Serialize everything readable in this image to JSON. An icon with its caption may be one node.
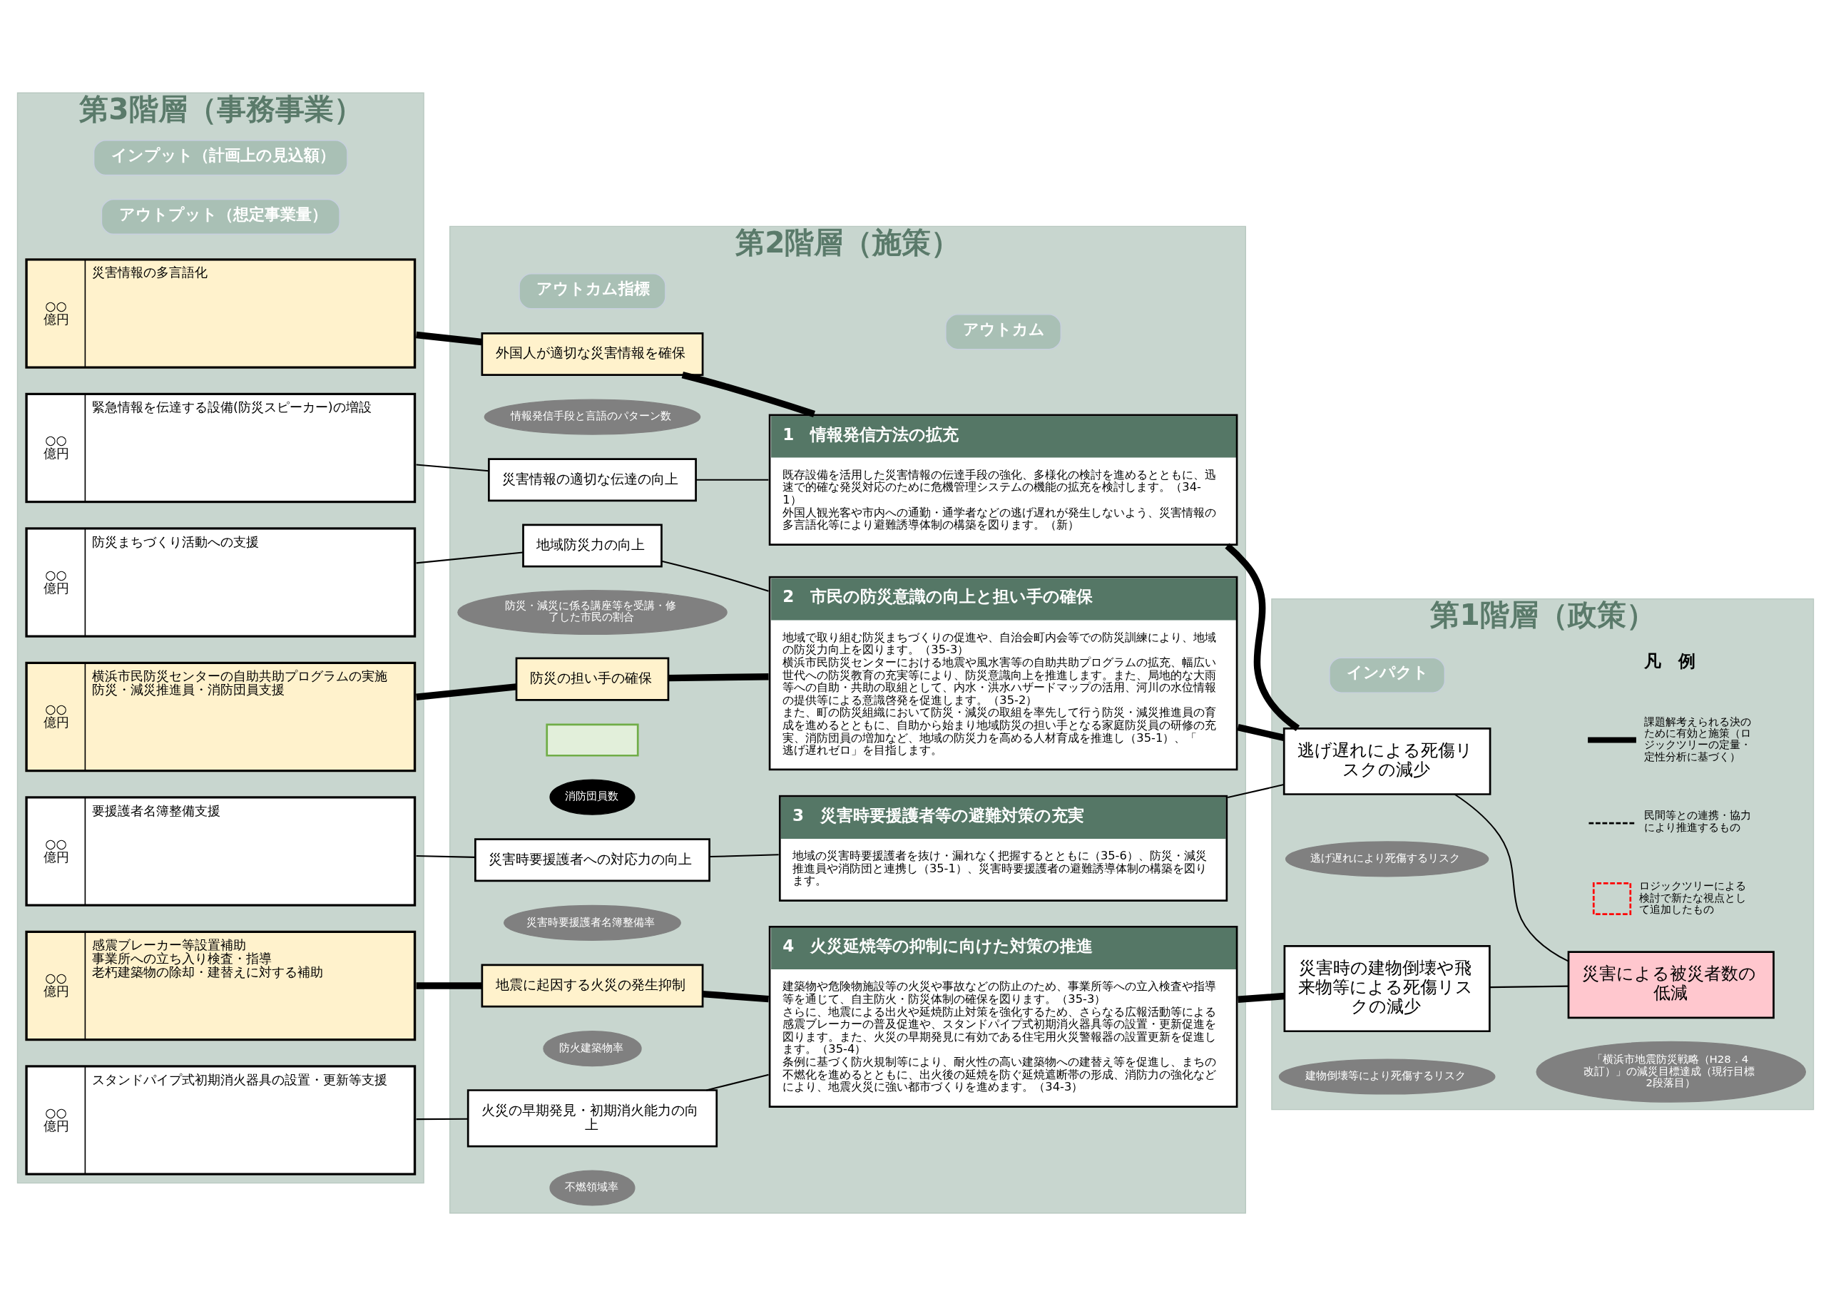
{
  "diagram": {
    "nodes": [
      {
        "text": [
          "第3階層（事務事業）"
        ]
      },
      {
        "text": [
          "インプット（計画上の見込額）"
        ],
        "in": 0
      },
      {
        "text": [
          "アウトプット（想定事業量）"
        ],
        "in": 0
      },
      {
        "text": [
          "○○億円",
          "災害情報の多言語化"
        ],
        "in": 0
      },
      {
        "text": [
          "○○億円",
          "緊急情報を伝達する設備(防災スピーカー)の増設"
        ],
        "in": 0
      },
      {
        "text": [
          "○○億円",
          "防災まちづくり活動への支援"
        ],
        "in": 0
      },
      {
        "text": [
          "○○億円",
          "横浜市民防災センターの自助共助プログラムの実施",
          "防災・減災推進員・消防団員支援"
        ],
        "in": 0
      },
      {
        "text": [
          "○○億円",
          "要援護者名簿整備支援"
        ],
        "in": 0
      },
      {
        "text": [
          "○○億円",
          "感震ブレーカー等設置補助",
          "事業所への立ち入り検査・指導",
          "老朽建築物の除却・建替えに対する補助"
        ],
        "in": 0
      },
      {
        "text": [
          "○○億円",
          "スタンドパイプ式初期消火器具の設置・更新等支援"
        ],
        "in": 0
      },
      {
        "text": [
          "第2階層（施策）"
        ]
      },
      {
        "text": [
          "アウトカム指標"
        ],
        "in": 10
      },
      {
        "text": [
          "アウトカム"
        ],
        "in": 10
      },
      {
        "text": [
          "外国人が適切な災害情報を確保"
        ],
        "in": 10
      },
      {
        "text": [
          "情報発信手段と言語のパターン数"
        ],
        "in": 10
      },
      {
        "text": [
          "災害情報の適切な伝達の向上"
        ],
        "in": 10
      },
      {
        "text": [
          "地域防災力の向上"
        ],
        "in": 10
      },
      {
        "text": [
          "防災・減災に係る講座等を受講・修了した市民の割合"
        ],
        "in": 10
      },
      {
        "text": [
          "防災の担い手の確保"
        ],
        "in": 10
      },
      {
        "text": [],
        "shape": "box",
        "in": 10
      },
      {
        "text": [
          "消防団員数"
        ],
        "in": 10
      },
      {
        "text": [
          "災害時要援護者への対応力の向上"
        ],
        "in": 10
      },
      {
        "text": [
          "災害時要援護者名簿整備率"
        ],
        "in": 10
      },
      {
        "text": [
          "地震に起因する火災の発生抑制"
        ],
        "in": 10
      },
      {
        "text": [
          "防火建築物率"
        ],
        "in": 10
      },
      {
        "text": [
          "火災の早期発見・初期消火能力の向上"
        ],
        "in": 10
      },
      {
        "text": [
          "不燃領域率"
        ],
        "in": 10
      },
      {
        "text": [
          "1　情報発信方法の拡充",
          "既存設備を活用した災害情報の伝達手段の強化、多様化の検討を進めるとともに、迅速で的確な発災対応のために危機管理システムの機能の拡充を検討します。（34-1）",
          "外国人観光客や市内への通勤・通学者などの逃げ遅れが発生しないよう、災害情報の多言語化等により避難誘導体制の構築を図ります。（新）"
        ],
        "in": 10
      },
      {
        "text": [
          "2　市民の防災意識の向上と担い手の確保",
          "地域で取り組む防災まちづくりの促進や、自治会町内会等での防災訓練により、地域の防災力向上を図ります。（35-3）",
          "横浜市民防災センターにおける地震や風水害等の自助共助プログラムの拡充、幅広い世代への防災教育の充実等により、防災意識向上を推進します。また、局地的な大雨等への自助・共助の取組として、内水・洪水ハザードマップの活用、河川の水位情報の提供等による意識啓発を促進します。（35-2）",
          "また、町の防災組織において防災・減災の取組を率先して行う防災・減災推進員の育成を進めるとともに、自助から始まり地域防災の担い手となる家庭防災員の研修の充実、消防団員の増加など、地域の防災力を高める人材育成を推進し（35-1）、「逃げ遅れゼロ」を目指します。"
        ],
        "in": 10
      },
      {
        "text": [
          "3　災害時要援護者等の避難対策の充実",
          "地域の災害時要援護者を抜け・漏れなく把握するとともに（35-6）、防災・減災推進員や消防団と連携し（35-1）、災害時要援護者の避難誘導体制の構築を図ります。"
        ],
        "in": 10
      },
      {
        "text": [
          "4　火災延焼等の抑制に向けた対策の推進",
          "建築物や危険物施設等の火災や事故などの防止のため、事業所等への立入検査や指導等を通じて、自主防火・防災体制の確保を図ります。（35-3）",
          "さらに、地震による出火や延焼防止対策を強化するため、さらなる広報活動等による感震ブレーカーの普及促進や、スタンドパイプ式初期消火器具等の設置・更新促進を図ります。また、火災の早期発見に有効である住宅用火災警報器の設置更新を促進します。（35-4）",
          "条例に基づく防火規制等により、耐火性の高い建築物への建替え等を促進し、まちの不燃化を進めるとともに、出火後の延焼を防ぐ延焼遮断帯の形成、消防力の強化などにより、地震火災に強い都市づくりを進めます。（34-3）"
        ],
        "in": 10
      },
      {
        "text": [
          "第1階層（政策）"
        ]
      },
      {
        "text": [
          "インパクト"
        ],
        "in": 31
      },
      {
        "text": [
          "逃げ遅れによる死傷リスクの減少"
        ],
        "in": 31
      },
      {
        "text": [
          "逃げ遅れにより死傷するリスク"
        ],
        "in": 31
      },
      {
        "text": [
          "災害時の建物倒壊や飛来物等による死傷リスクの減少"
        ],
        "in": 31
      },
      {
        "text": [
          "建物倒壊等により死傷するリスク"
        ],
        "in": 31
      },
      {
        "text": [
          "災害による被災者数の低減"
        ],
        "in": 31
      },
      {
        "text": [
          "「横浜市地震防災戦略（H28．4改訂）」の減災目標達成（現行目標2段落目）"
        ],
        "in": 31
      }
    ],
    "edges": [
      {
        "from": 3,
        "to": 13,
        "arrow": "none",
        "style": "thick"
      },
      {
        "from": 4,
        "to": 15,
        "arrow": "none"
      },
      {
        "from": 5,
        "to": 16,
        "arrow": "none"
      },
      {
        "from": 6,
        "to": 18,
        "arrow": "none",
        "style": "thick"
      },
      {
        "from": 7,
        "to": 21,
        "arrow": "none"
      },
      {
        "from": 8,
        "to": 23,
        "arrow": "none",
        "style": "thick"
      },
      {
        "from": 9,
        "to": 25,
        "arrow": "none"
      },
      {
        "from": 13,
        "to": 27,
        "arrow": "none",
        "style": "thick"
      },
      {
        "from": 15,
        "to": 27,
        "arrow": "none"
      },
      {
        "from": 16,
        "to": 28,
        "arrow": "none"
      },
      {
        "from": 18,
        "to": 28,
        "arrow": "none",
        "style": "thick"
      },
      {
        "from": 21,
        "to": 29,
        "arrow": "none"
      },
      {
        "from": 23,
        "to": 30,
        "arrow": "none",
        "style": "thick"
      },
      {
        "from": 25,
        "to": 30,
        "arrow": "none"
      },
      {
        "from": 27,
        "to": 33,
        "arrow": "none",
        "style": "thick"
      },
      {
        "from": 28,
        "to": 33,
        "arrow": "none",
        "style": "thick"
      },
      {
        "from": 29,
        "to": 33,
        "arrow": "none"
      },
      {
        "from": 30,
        "to": 35,
        "arrow": "none",
        "style": "thick"
      },
      {
        "from": 33,
        "to": 37,
        "arrow": "none"
      },
      {
        "from": 35,
        "to": 37,
        "arrow": "none"
      }
    ],
    "labels": [
      "凡　例"
    ],
    "legend": [
      {
        "text": "課題解考えられる決のために有効と施策（ロジックツリーの定量・定性分析に基づく）"
      },
      {
        "text": "民間等との連携・協力により推進するもの"
      },
      {
        "text": "ロジックツリーによる検討で新たな視点として追加したもの"
      }
    ]
  }
}
